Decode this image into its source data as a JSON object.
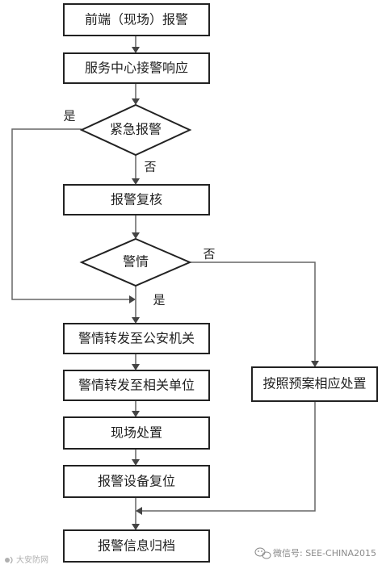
{
  "nodes": {
    "front_alarm": "前端（现场）报警",
    "center_receive": "服务中心接警响应",
    "emergency_decision": "紧急报警",
    "alarm_review": "报警复核",
    "alarm_decision": "警情",
    "forward_police": "警情转发至公安机关",
    "forward_units": "警情转发至相关单位",
    "onsite": "现场处置",
    "equipment_reset": "报警设备复位",
    "archive": "报警信息归档",
    "plan_handle": "按照预案相应处置"
  },
  "edges": {
    "emergency_yes": "是",
    "emergency_no": "否",
    "alarm_yes": "是",
    "alarm_no": "否"
  },
  "watermark": {
    "right_text": "微信号: SEE-CHINA2015",
    "left_text": "大安防网"
  },
  "icons": {
    "wechat": "wechat-icon",
    "logo": "logo-icon"
  }
}
